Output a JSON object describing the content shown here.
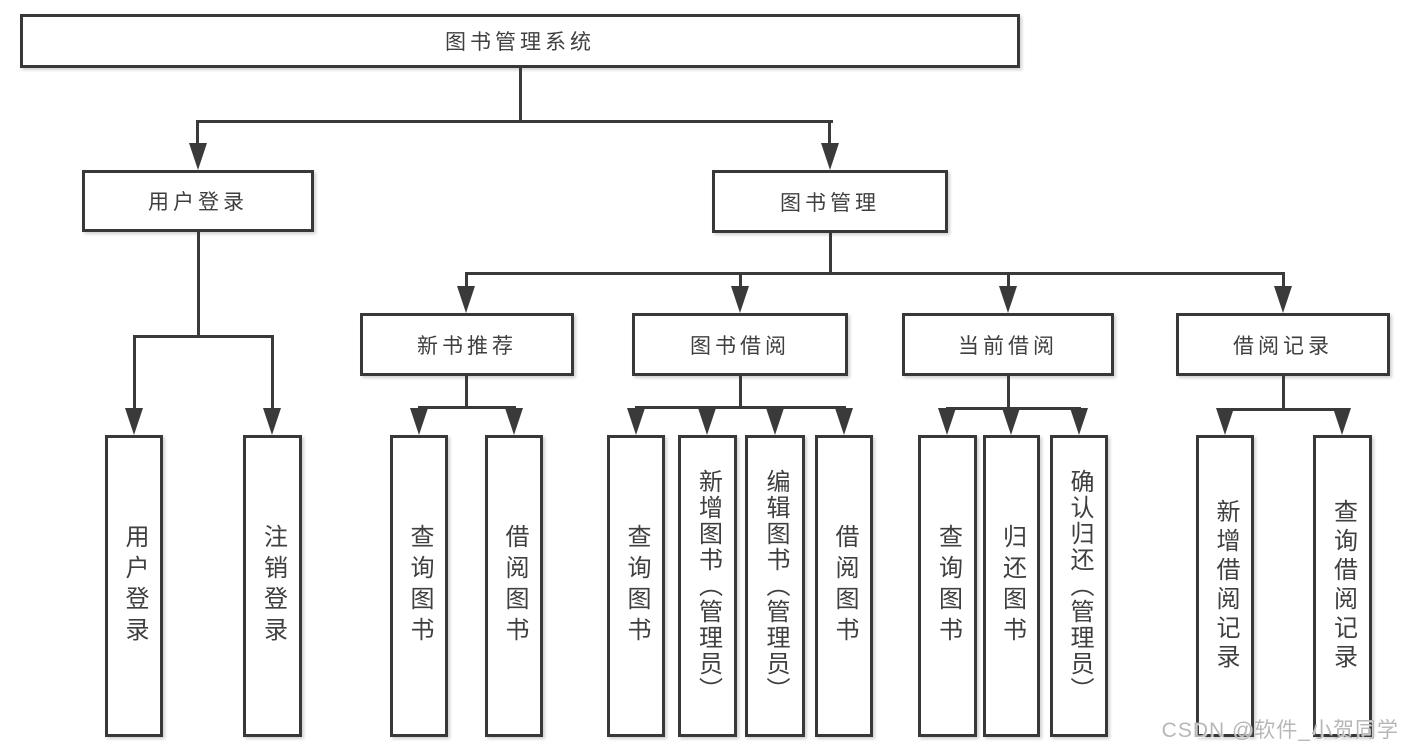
{
  "tree": {
    "root": {
      "label": "图书管理系统"
    },
    "level2": [
      {
        "label": "用户登录",
        "children": [
          "用户登录",
          "注销登录"
        ]
      },
      {
        "label": "图书管理",
        "children": [
          {
            "label": "新书推荐",
            "children": [
              "查询图书",
              "借阅图书"
            ]
          },
          {
            "label": "图书借阅",
            "children": [
              "查询图书",
              "新增图书（管理员）",
              "编辑图书（管理员）",
              "借阅图书"
            ]
          },
          {
            "label": "当前借阅",
            "children": [
              "查询图书",
              "归还图书",
              "确认归还（管理员）"
            ]
          },
          {
            "label": "借阅记录",
            "children": [
              "新增借阅记录",
              "查询借阅记录"
            ]
          }
        ]
      }
    ]
  },
  "watermark": {
    "text": "CSDN @软件_小贺同学"
  },
  "colors": {
    "line": "#3a3a3a",
    "border": "#383838",
    "text": "#3f3f3f",
    "watermark": "#b7b7b7",
    "background": "#ffffff"
  }
}
